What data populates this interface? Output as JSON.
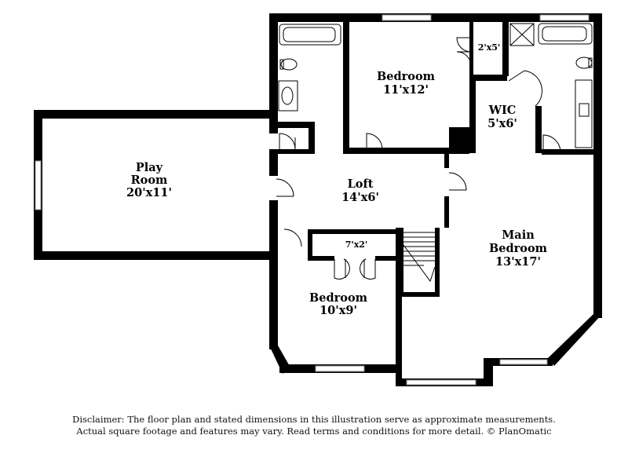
{
  "rooms": {
    "play_room": {
      "name": "Play",
      "name2": "Room",
      "size": "20'x11'"
    },
    "loft": {
      "name": "Loft",
      "size": "14'x6'"
    },
    "bedroom_top": {
      "name": "Bedroom",
      "size": "11'x12'"
    },
    "wic": {
      "name": "WIC",
      "size": "5'x6'"
    },
    "main_bedroom": {
      "name": "Main",
      "name2": "Bedroom",
      "size": "13'x17'"
    },
    "bedroom_bottom": {
      "name": "Bedroom",
      "size": "10'x9'"
    }
  },
  "closets": {
    "top_closet": "2'x5'",
    "bottom_closet": "7'x2'"
  },
  "disclaimer": {
    "line1": "Disclaimer: The floor plan and stated dimensions in this illustration serve as approximate measurements.",
    "line2": "Actual square footage and features may vary. Read terms and conditions for more detail. © PlanOmatic"
  }
}
